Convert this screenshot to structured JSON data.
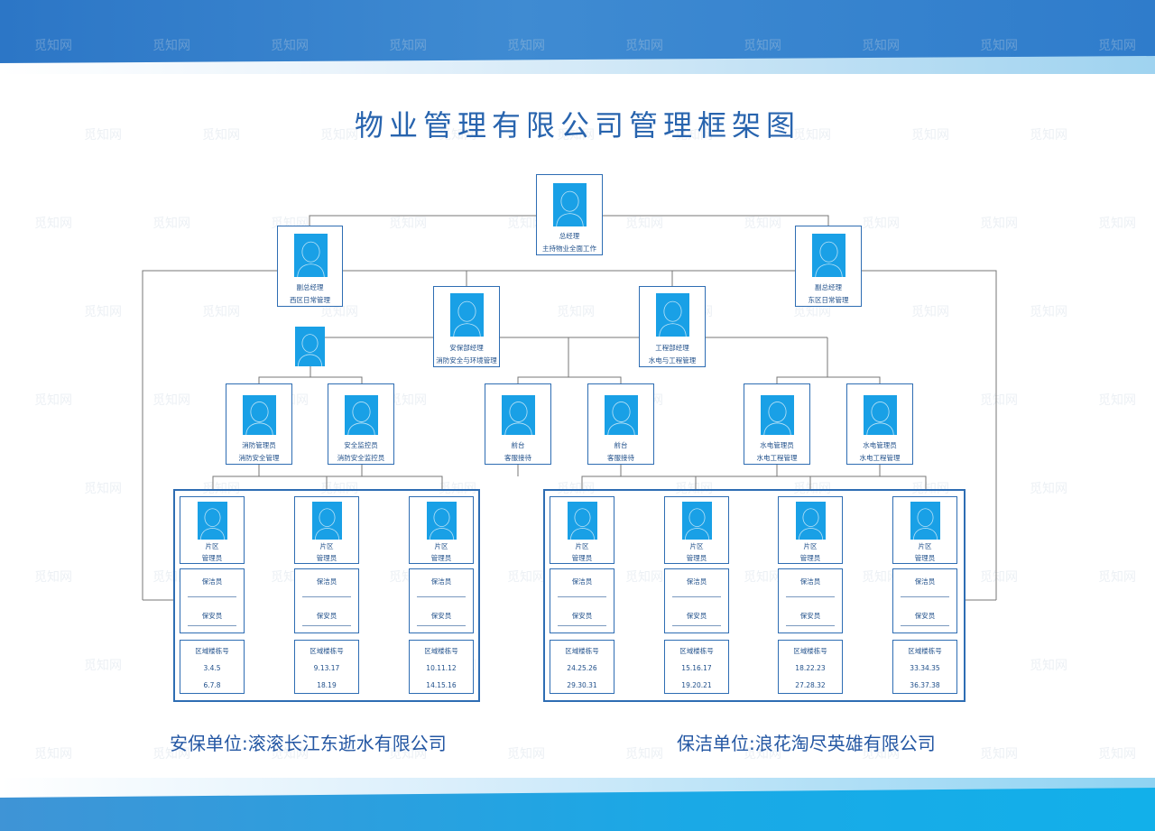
{
  "title": "物业管理有限公司管理框架图",
  "watermark": "觅知网",
  "colors": {
    "accent": "#2e6db3",
    "photo": "#19a0e6",
    "text": "#1f4f8a"
  },
  "gm": {
    "role": "总经理",
    "duty": "主持物业全面工作"
  },
  "deputy_west": {
    "role": "副总经理",
    "duty": "西区日常管理"
  },
  "deputy_east": {
    "role": "副总经理",
    "duty": "东区日常管理"
  },
  "security_mgr": {
    "role": "安保部经理",
    "duty": "消防安全与环境管理"
  },
  "engineering_mgr": {
    "role": "工程部经理",
    "duty": "水电与工程管理"
  },
  "staff": [
    {
      "role": "消防管理员",
      "duty": "消防安全管理"
    },
    {
      "role": "安全监控员",
      "duty": "消防安全监控员"
    },
    {
      "role": "前台",
      "duty": "客服接待"
    },
    {
      "role": "前台",
      "duty": "客服接待"
    },
    {
      "role": "水电管理员",
      "duty": "水电工程管理"
    },
    {
      "role": "水电管理员",
      "duty": "水电工程管理"
    }
  ],
  "zone_manager": {
    "line1": "片区",
    "line2": "管理员"
  },
  "cleaner_label": "保洁员",
  "guard_label": "保安员",
  "building_label": "区域楼栋号",
  "zones": [
    {
      "b1": "3.4.5",
      "b2": "6.7.8"
    },
    {
      "b1": "9.13.17",
      "b2": "18.19"
    },
    {
      "b1": "10.11.12",
      "b2": "14.15.16"
    },
    {
      "b1": "24.25.26",
      "b2": "29.30.31"
    },
    {
      "b1": "15.16.17",
      "b2": "19.20.21"
    },
    {
      "b1": "18.22.23",
      "b2": "27.28.32"
    },
    {
      "b1": "33.34.35",
      "b2": "36.37.38"
    }
  ],
  "footer_left": "安保单位:滚滚长江东逝水有限公司",
  "footer_right": "保洁单位:浪花淘尽英雄有限公司"
}
